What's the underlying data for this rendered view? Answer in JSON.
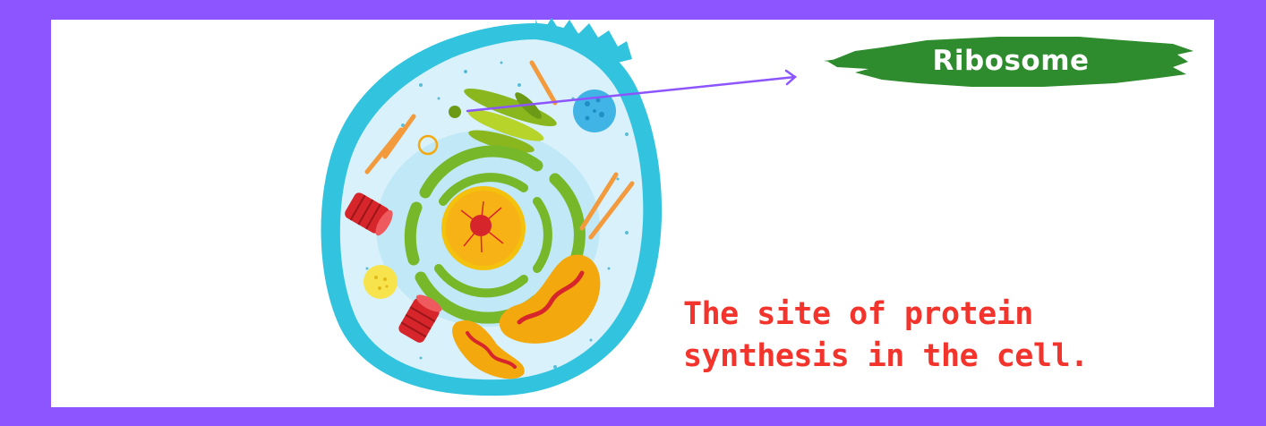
{
  "diagram": {
    "label": "Ribosome",
    "description_line1": "The site of protein",
    "description_line2": "synthesis in the cell."
  },
  "colors": {
    "border": "#8c55ff",
    "background": "#ffffff",
    "label_banner": "#2e8b2e",
    "description_text": "#f2342c",
    "arrow": "#8c55ff",
    "cell_membrane": "#32c3df",
    "cytoplasm": "#d8f1fb",
    "nucleus_envelope": "#76b82a",
    "nucleolus": "#f4c20d",
    "mitochondria": "#f3a90e",
    "centrosome": "#d6262b"
  }
}
